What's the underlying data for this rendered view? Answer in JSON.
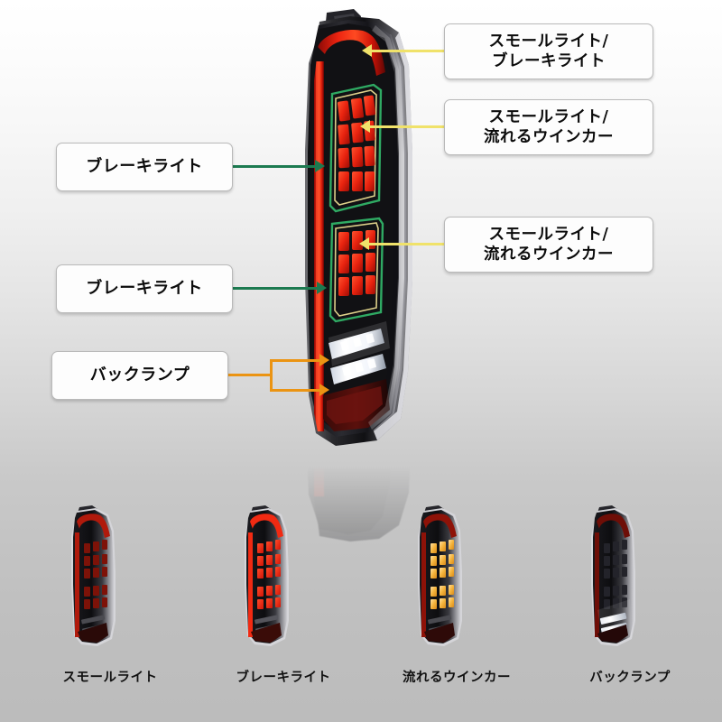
{
  "callouts": {
    "right": [
      {
        "id": "small-brake",
        "text": "スモールライト/\nブレーキライト",
        "connector_color": "#f0e26a"
      },
      {
        "id": "small-winker-upper",
        "text": "スモールライト/\n流れるウインカー",
        "connector_color": "#f0e26a"
      },
      {
        "id": "small-winker-lower",
        "text": "スモールライト/\n流れるウインカー",
        "connector_color": "#f0e26a"
      }
    ],
    "left": [
      {
        "id": "brake-upper",
        "text": "ブレーキライト",
        "connector_color": "#1c7a50"
      },
      {
        "id": "brake-lower",
        "text": "ブレーキライト",
        "connector_color": "#1c7a50"
      },
      {
        "id": "back-lamp",
        "text": "バックランプ",
        "connector_color": "#eb9413"
      }
    ]
  },
  "thumbnails": [
    {
      "id": "small-light",
      "caption": "スモールライト",
      "mode": "dim-red"
    },
    {
      "id": "brake-light",
      "caption": "ブレーキライト",
      "mode": "bright-red"
    },
    {
      "id": "flow-winker",
      "caption": "流れるウインカー",
      "mode": "amber"
    },
    {
      "id": "back-lamp",
      "caption": "バックランプ",
      "mode": "white-reverse"
    }
  ],
  "colors": {
    "brake_red": "#e02010",
    "amber": "#f2b43c",
    "reverse_white": "#f4f7ff",
    "housing_black": "#17171a",
    "accent_green": "#1c7a50",
    "accent_yellow": "#f0e26a",
    "accent_orange": "#eb9413",
    "background_top": "#ffffff",
    "background_bottom": "#bcbcbc"
  }
}
